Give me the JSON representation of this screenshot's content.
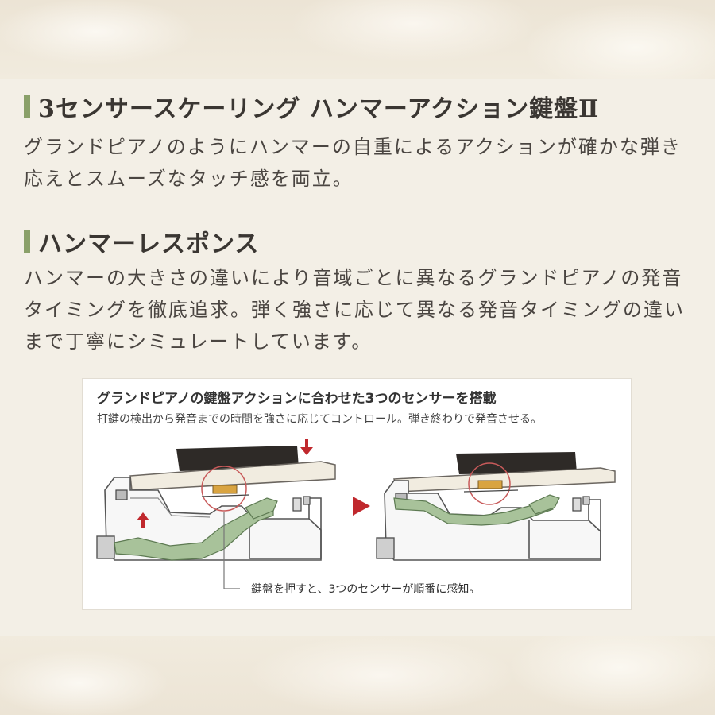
{
  "section1": {
    "heading": "3センサースケーリング ハンマーアクション鍵盤Ⅱ",
    "lines": [
      "グランドピアノのようにハンマーの自重によるアクションが確かな弾き",
      "応えとスムーズなタッチ感を両立。"
    ]
  },
  "section2": {
    "heading": "ハンマーレスポンス",
    "lines": [
      "ハンマーの大きさの違いにより音域ごとに異なるグランドピアノの発音",
      "タイミングを徹底追求。弾く強さに応じて異なる発音タイミングの違い",
      "まで丁寧にシミュレートしています。"
    ]
  },
  "diagram": {
    "title": "グランドピアノの鍵盤アクションに合わせた3つのセンサーを搭載",
    "subtitle": "打鍵の検出から発音までの時間を強さに応じてコントロール。弾き終わりで発音させる。",
    "note": "鍵盤を押すと、3つのセンサーが順番に感知。"
  },
  "colors": {
    "accent_bar": "#8aa069",
    "hammer_green": "#a8c29a",
    "arrow_red": "#c0282d",
    "sensor_gold": "#d9a441"
  }
}
